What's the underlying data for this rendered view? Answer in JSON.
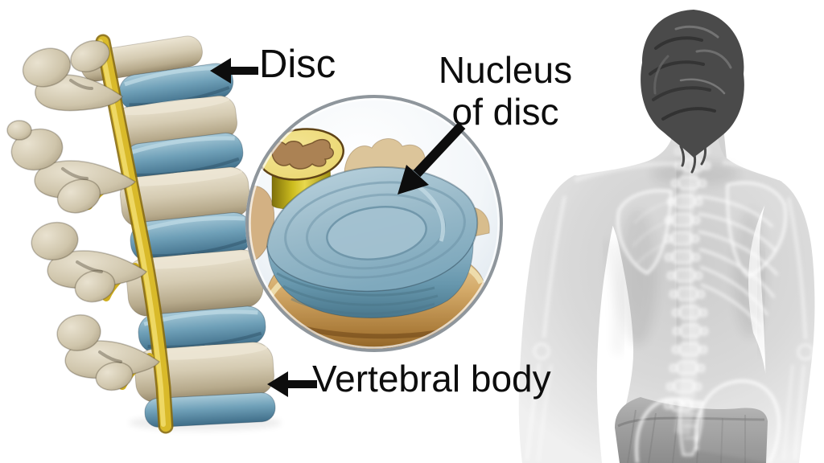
{
  "figure": {
    "type": "anatomical-diagram",
    "subject": "Spinal disc anatomy: spine model with discs, magnified disc nucleus inset, and photo of a man's back with X-ray skeleton overlay",
    "background": "#ffffff"
  },
  "labels": {
    "disc": "Disc",
    "nucleus_line1": "Nucleus",
    "nucleus_line2": "of disc",
    "nucleus_full": "Nucleus of disc",
    "vertebral_body": "Vertebral body"
  },
  "icons": {
    "disc_arrow": "left-arrow",
    "nucleus_arrow": "diagonal-down-left-arrow",
    "vertebral_body_arrow": "left-arrow"
  },
  "colors": {
    "text": "#0d0d0d",
    "arrow": "#0d0d0d",
    "disc_blue": "#6fa0b8",
    "disc_highlight": "#aed0de",
    "bone_beige": "#d5cbb2",
    "nerve_yellow": "#d9ba2a",
    "inset_vertebra_tan": "#c59455",
    "inset_ring_gray": "#8f969c",
    "photo_skin_gray": "#d9d9d9",
    "photo_hair_gray": "#4a4a4a",
    "xray_white": "#ffffff"
  }
}
